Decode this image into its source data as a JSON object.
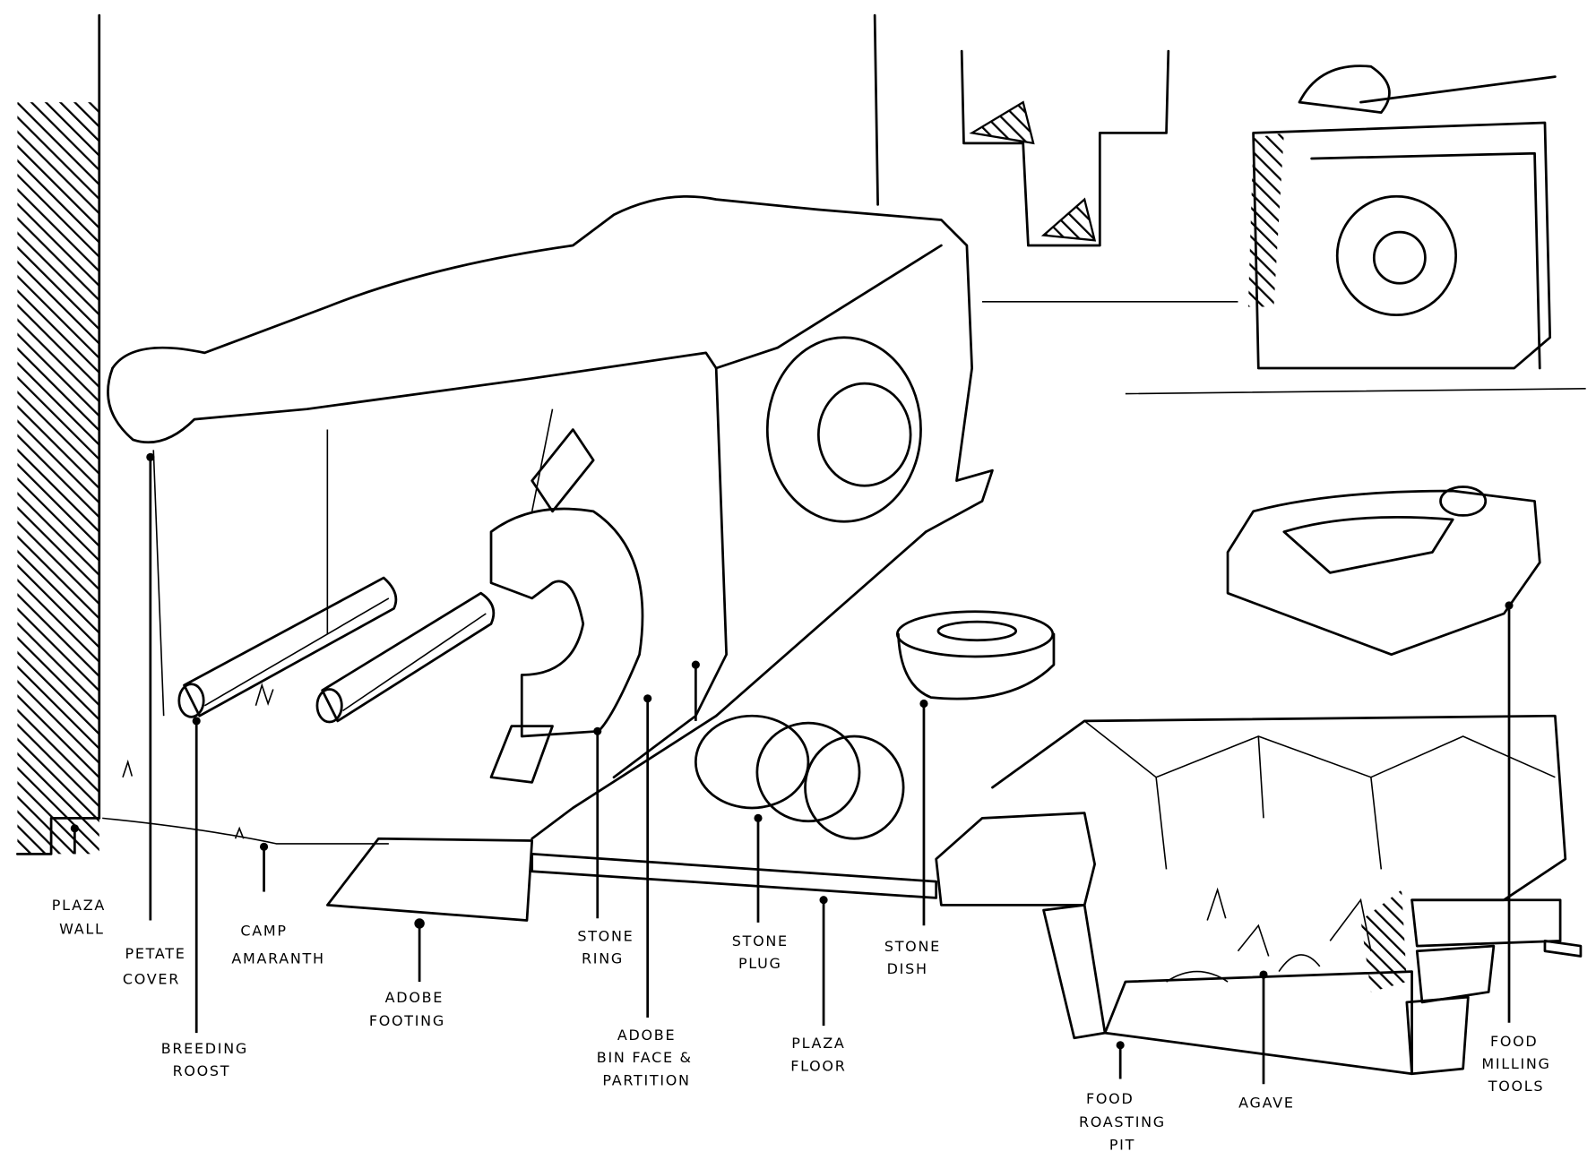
{
  "diagram": {
    "labels": {
      "plaza_wall": [
        "PLAZA",
        "WALL"
      ],
      "petate_cover": [
        "PETATE",
        "COVER"
      ],
      "camp_amaranth": [
        "CAMP",
        "AMARANTH"
      ],
      "breeding_roost": [
        "BREEDING",
        "ROOST"
      ],
      "adobe_footing": [
        "ADOBE",
        "FOOTING"
      ],
      "stone_ring": [
        "STONE",
        "RING"
      ],
      "adobe_bin": [
        "ADOBE",
        "BIN FACE &",
        "PARTITION"
      ],
      "stone_plug": [
        "STONE",
        "PLUG"
      ],
      "plaza_floor": [
        "PLAZA",
        "FLOOR"
      ],
      "stone_dish": [
        "STONE",
        "DISH"
      ],
      "food_roasting_pit": [
        "FOOD",
        "ROASTING",
        "PIT"
      ],
      "agave": [
        "AGAVE"
      ],
      "food_milling_tools": [
        "FOOD",
        "MILLING",
        "TOOLS"
      ]
    },
    "colors": {
      "ink": "#000000",
      "paper": "#ffffff"
    }
  }
}
